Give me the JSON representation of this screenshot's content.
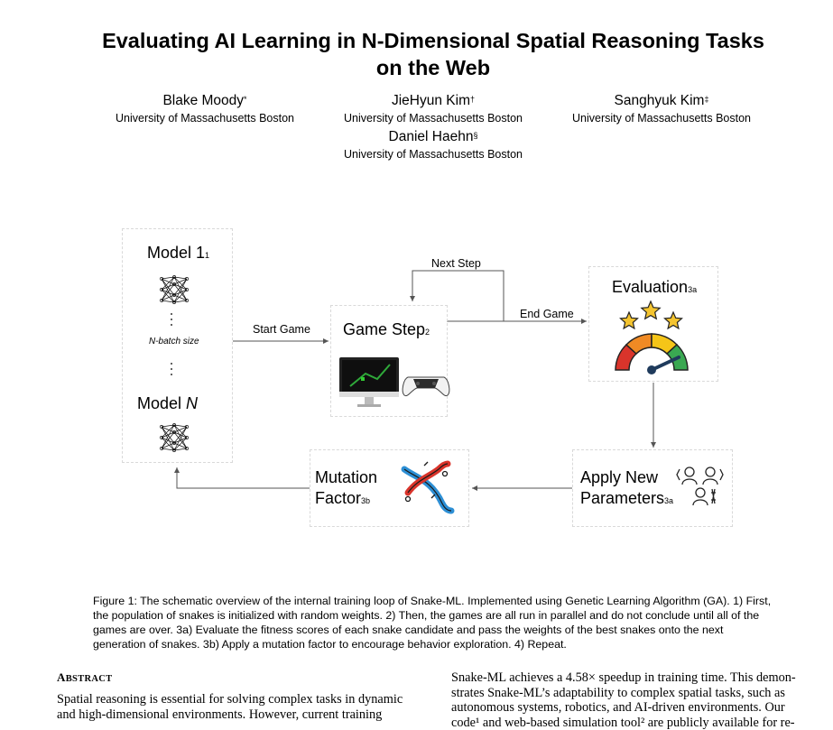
{
  "paper": {
    "title_line1": "Evaluating AI Learning in N-Dimensional Spatial Reasoning Tasks",
    "title_line2": "on the Web",
    "authors": [
      {
        "name": "Blake Moody",
        "mark": "*",
        "affiliation": "University of Massachusetts Boston"
      },
      {
        "name": "JieHyun Kim",
        "mark": "†",
        "affiliation": "University of Massachusetts Boston"
      },
      {
        "name": "Sanghyuk Kim",
        "mark": "‡",
        "affiliation": "University of Massachusetts Boston"
      },
      {
        "name": "Daniel Haehn",
        "mark": "§",
        "affiliation": "University of Massachusetts Boston"
      }
    ]
  },
  "figure": {
    "model_1": "Model 1",
    "model_1_sub": "1",
    "batch_label": "N-batch size",
    "model_n_prefix": "Model ",
    "model_n_var": "N",
    "start_game": "Start Game",
    "game_step": "Game Step",
    "game_step_sub": "2",
    "next_step": "Next Step",
    "end_game": "End Game",
    "evaluation": "Evaluation",
    "evaluation_sub": "3a",
    "apply_line1": "Apply New",
    "apply_line2": "Parameters",
    "apply_sub": "3a",
    "mutation_line1": "Mutation",
    "mutation_line2": "Factor",
    "mutation_sub": "3b",
    "colors": {
      "arrow": "#555555",
      "dash": "#d9d9d9",
      "star": "#f4c430",
      "gauge_red": "#d9342b",
      "gauge_orange": "#f08a24",
      "gauge_yellow": "#f5c518",
      "gauge_green": "#3aa852",
      "needle": "#1f3b5c",
      "dna_red": "#d9342b",
      "dna_blue": "#2d8fd5"
    },
    "icons": [
      "neural-net-icon",
      "monitor-icon",
      "gamepad-icon",
      "star-icon",
      "gauge-icon",
      "people-icon",
      "dna-icon"
    ]
  },
  "caption": "Figure 1: The schematic overview of the internal training loop of Snake-ML. Implemented using Genetic Learning Algorithm (GA). 1) First, the population of snakes is initialized with random weights. 2) Then, the games are all run in parallel and do not conclude until all of the games are over. 3a) Evaluate the fitness scores of each snake candidate and pass the weights of the best snakes onto the next generation of snakes. 3b) Apply a mutation factor to encourage behavior exploration. 4) Repeat.",
  "abstract": {
    "heading": "Abstract",
    "left_lines": [
      "Spatial reasoning is essential for solving complex tasks in dynamic",
      "and high-dimensional environments.   However, current training"
    ],
    "right_lines": [
      "Snake-ML achieves a 4.58× speedup in training time. This demon-",
      "strates Snake-ML’s adaptability to complex spatial tasks, such as",
      "autonomous systems, robotics, and AI-driven environments.  Our",
      "code¹ and web-based simulation tool² are publicly available for re-"
    ]
  }
}
